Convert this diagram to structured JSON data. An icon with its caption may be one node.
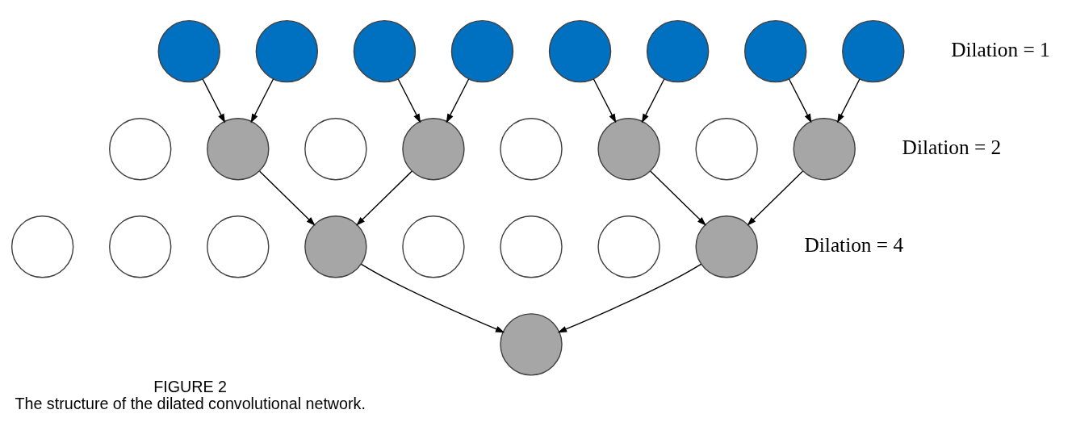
{
  "diagram": {
    "title": "FIGURE 2",
    "caption": "The structure of the dilated convolutional network.",
    "nodes": [
      {
        "text": [],
        "shape": "circle"
      },
      {
        "text": [],
        "shape": "circle"
      },
      {
        "text": [],
        "shape": "circle"
      },
      {
        "text": [],
        "shape": "circle"
      },
      {
        "text": [],
        "shape": "circle"
      },
      {
        "text": [],
        "shape": "circle"
      },
      {
        "text": [],
        "shape": "circle"
      },
      {
        "text": [],
        "shape": "circle"
      },
      {
        "text": [],
        "shape": "circle"
      },
      {
        "text": [],
        "shape": "circle"
      },
      {
        "text": [],
        "shape": "circle"
      },
      {
        "text": [],
        "shape": "circle"
      },
      {
        "text": [],
        "shape": "circle"
      },
      {
        "text": [],
        "shape": "circle"
      },
      {
        "text": [],
        "shape": "circle"
      },
      {
        "text": [],
        "shape": "circle"
      },
      {
        "text": [],
        "shape": "circle"
      },
      {
        "text": [],
        "shape": "circle"
      },
      {
        "text": [],
        "shape": "circle"
      },
      {
        "text": [],
        "shape": "circle"
      },
      {
        "text": [],
        "shape": "circle"
      },
      {
        "text": [],
        "shape": "circle"
      },
      {
        "text": [],
        "shape": "circle"
      },
      {
        "text": [],
        "shape": "circle"
      },
      {
        "text": [],
        "shape": "circle"
      }
    ],
    "edges": [
      {
        "from": 17,
        "to": 10,
        "arrow": "to"
      },
      {
        "from": 18,
        "to": 10,
        "arrow": "to"
      },
      {
        "from": 19,
        "to": 12,
        "arrow": "to"
      },
      {
        "from": 20,
        "to": 12,
        "arrow": "to"
      },
      {
        "from": 21,
        "to": 14,
        "arrow": "to"
      },
      {
        "from": 22,
        "to": 14,
        "arrow": "to"
      },
      {
        "from": 23,
        "to": 16,
        "arrow": "to"
      },
      {
        "from": 24,
        "to": 16,
        "arrow": "to"
      },
      {
        "from": 10,
        "to": 4,
        "arrow": "to"
      },
      {
        "from": 12,
        "to": 4,
        "arrow": "to"
      },
      {
        "from": 14,
        "to": 8,
        "arrow": "to"
      },
      {
        "from": 16,
        "to": 8,
        "arrow": "to"
      },
      {
        "from": 4,
        "to": 0,
        "arrow": "to"
      },
      {
        "from": 8,
        "to": 0,
        "arrow": "to"
      }
    ],
    "labels": [
      "Dilation = 4",
      "Dilation = 2",
      "Dilation = 1"
    ]
  }
}
